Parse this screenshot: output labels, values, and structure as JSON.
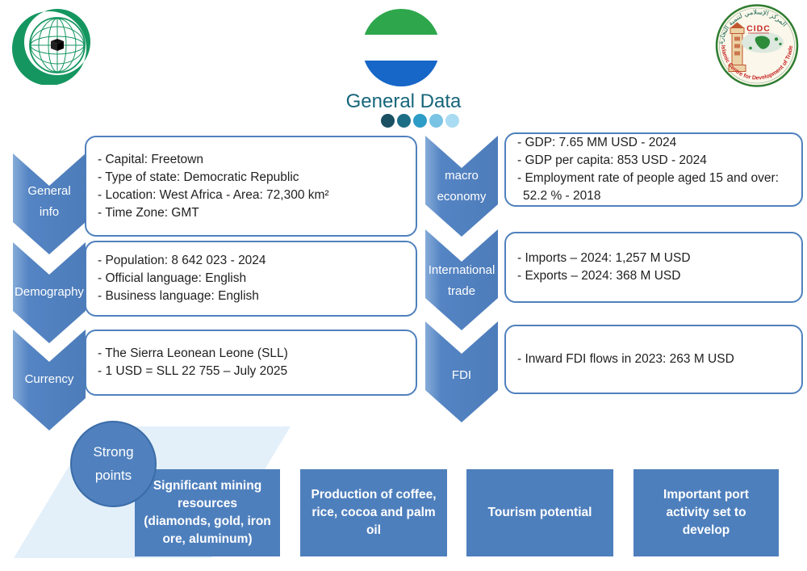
{
  "header": {
    "title": "General Data",
    "title_color": "#16657a",
    "dot_colors": [
      "#1a5062",
      "#1c6e86",
      "#2d9cc6",
      "#79c3e4",
      "#a9dcf2"
    ],
    "flag_colors": {
      "top": "#2ea74c",
      "middle": "#ffffff",
      "bottom": "#1667c7"
    }
  },
  "logos": {
    "oic": {
      "name": "Organisation of Islamic Cooperation emblem",
      "green": "#159660"
    },
    "cidc": {
      "top_arabic": "المركز الإسلامي لتنمية التجارة",
      "acronym": "CIDC",
      "bottom_text": "Islamic Centre for Development of Trade",
      "red": "#c62828",
      "green": "#2f7d32"
    }
  },
  "accent": {
    "arrow_blue": "#4e7fbd",
    "box_border_blue": "#4f81bd",
    "pale_blue": "#e3eff9"
  },
  "left_sections": [
    {
      "label": "General\ninfo",
      "lines": [
        "- Capital: Freetown",
        "- Type of state: Democratic Republic",
        "- Location: West Africa - Area: 72,300 km²",
        "- Time Zone: GMT"
      ]
    },
    {
      "label": "Demography",
      "lines": [
        "- Population: 8 642 023 - 2024",
        "- Official language: English",
        "- Business language: English"
      ]
    },
    {
      "label": "Currency",
      "lines": [
        "- The Sierra Leonean Leone (SLL)",
        "- 1 USD = SLL 22 755 – July 2025"
      ]
    }
  ],
  "right_sections": [
    {
      "label": "macro\neconomy",
      "lines": [
        "- GDP: 7.65 MM USD - 2024",
        "- GDP per capita: 853 USD - 2024",
        "- Employment rate of people aged 15 and over:",
        "52.2 % - 2018"
      ]
    },
    {
      "label": "International\ntrade",
      "lines": [
        "- Imports – 2024: 1,257 M USD",
        "- Exports – 2024: 368 M USD"
      ]
    },
    {
      "label": "FDI",
      "lines": [
        "- Inward FDI flows in 2023: 263 M USD"
      ]
    }
  ],
  "strong_points": {
    "label": "Strong\npoints",
    "items": [
      "Significant mining resources (diamonds, gold, iron ore, aluminum)",
      "Production of coffee, rice, cocoa and palm oil",
      "Tourism potential",
      "Important port activity set to develop"
    ]
  }
}
